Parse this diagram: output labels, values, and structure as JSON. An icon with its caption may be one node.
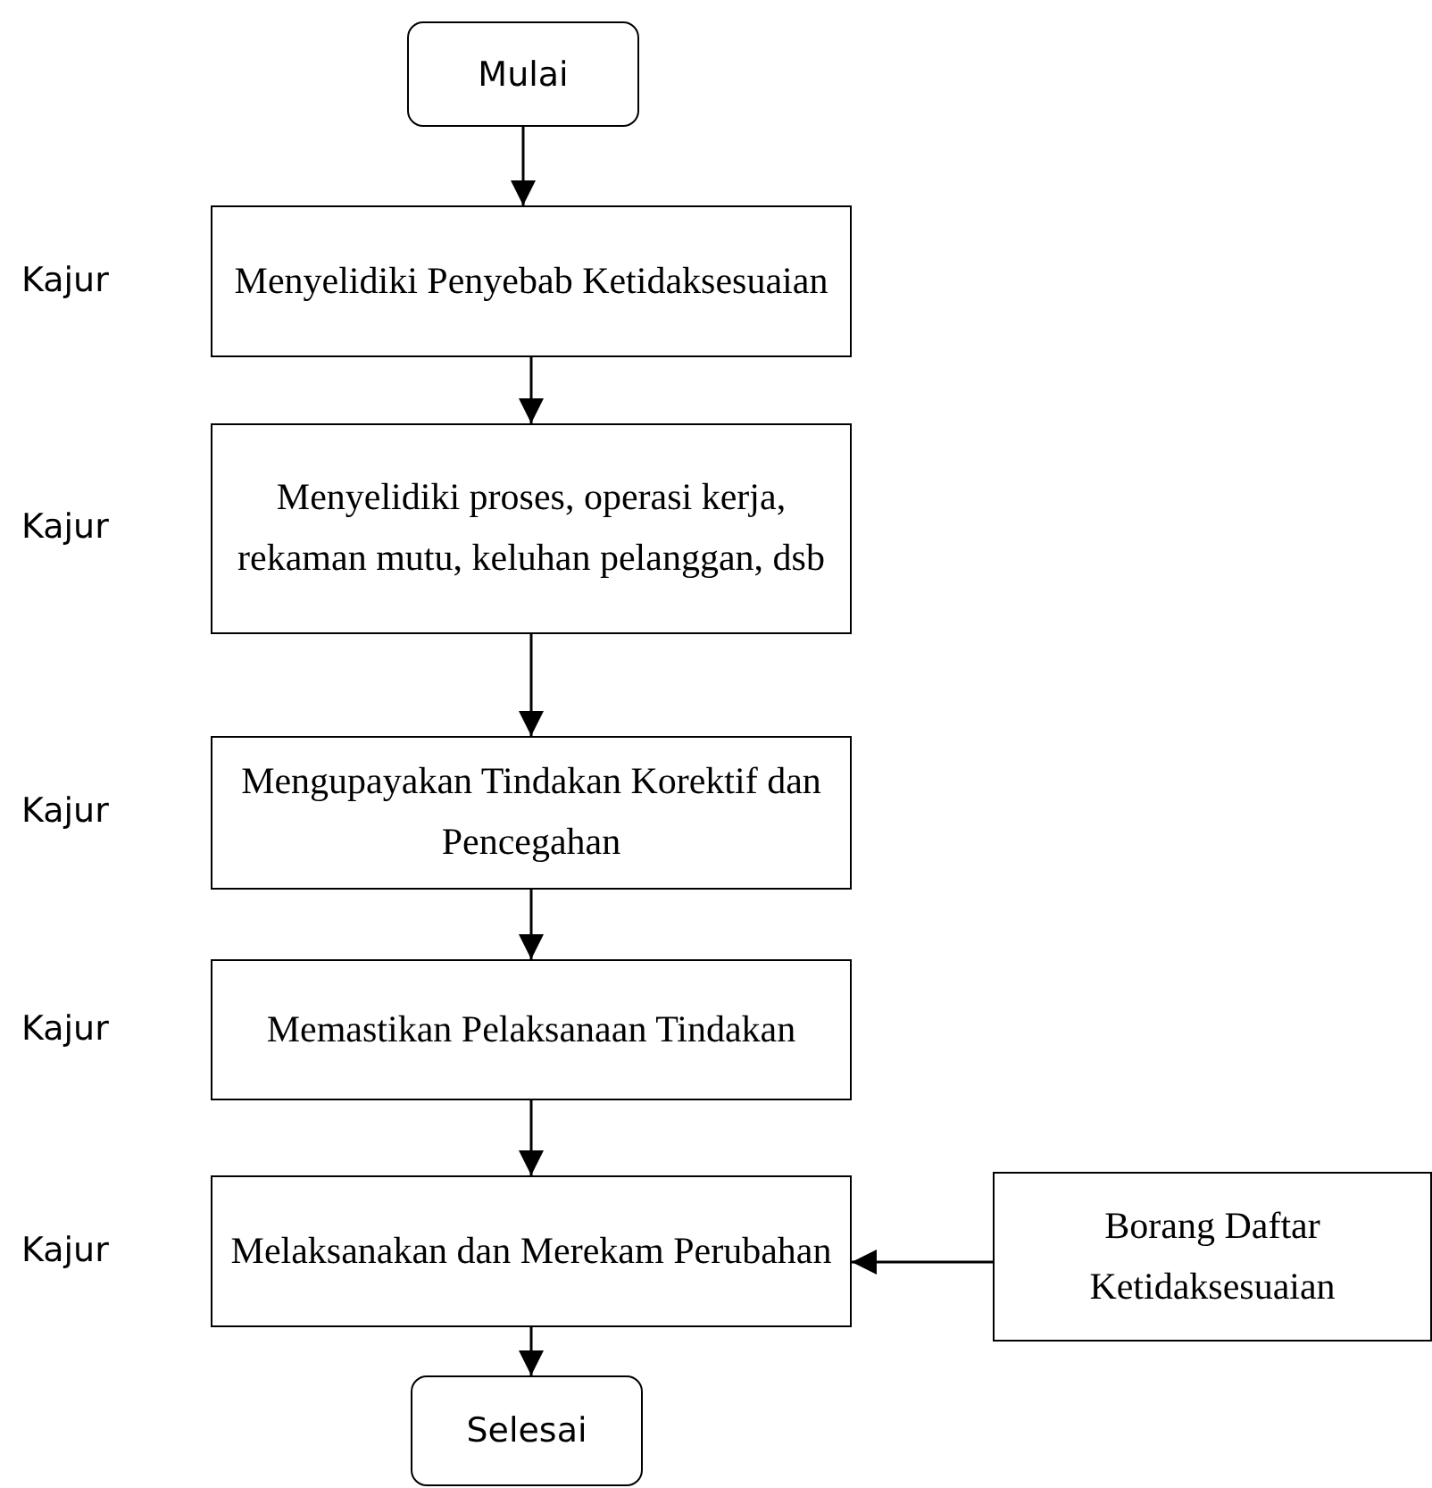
{
  "diagram": {
    "nodes": [
      {
        "text": [
          "Mulai"
        ]
      },
      {
        "text": [
          "Menyelidiki Penyebab Ketidaksesuaian"
        ],
        "beside": [
          "Kajur"
        ]
      },
      {
        "text": [
          "Menyelidiki proses, operasi kerja, rekaman mutu, keluhan pelanggan, dsb"
        ],
        "beside": [
          "Kajur"
        ]
      },
      {
        "text": [
          "Mengupayakan Tindakan Korektif dan Pencegahan"
        ],
        "beside": [
          "Kajur"
        ]
      },
      {
        "text": [
          "Memastikan Pelaksanaan Tindakan"
        ],
        "beside": [
          "Kajur"
        ]
      },
      {
        "text": [
          "Melaksanakan dan Merekam Perubahan"
        ],
        "beside": [
          "Kajur"
        ]
      },
      {
        "text": [
          "Borang Daftar Ketidaksesuaian"
        ]
      },
      {
        "text": [
          "Selesai"
        ]
      }
    ],
    "edges": [
      {
        "from": 0,
        "to": 1,
        "arrow": "to"
      },
      {
        "from": 1,
        "to": 2,
        "arrow": "to"
      },
      {
        "from": 2,
        "to": 3,
        "arrow": "to"
      },
      {
        "from": 3,
        "to": 4,
        "arrow": "to"
      },
      {
        "from": 4,
        "to": 5,
        "arrow": "to"
      },
      {
        "from": 6,
        "to": 5,
        "arrow": "to"
      },
      {
        "from": 5,
        "to": 7,
        "arrow": "to"
      }
    ]
  }
}
